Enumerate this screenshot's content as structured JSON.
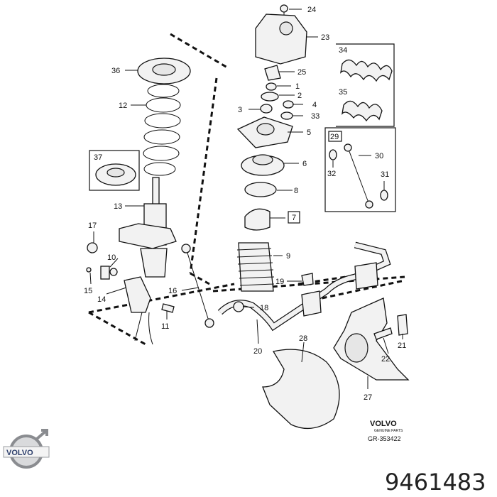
{
  "diagram": {
    "callouts": [
      "24",
      "23",
      "34",
      "25",
      "1",
      "2",
      "36",
      "35",
      "4",
      "33",
      "3",
      "5",
      "12",
      "29",
      "30",
      "37",
      "6",
      "32",
      "31",
      "8",
      "13",
      "17",
      "7",
      "9",
      "10",
      "19",
      "15",
      "14",
      "16",
      "18",
      "11",
      "20",
      "28",
      "22",
      "21",
      "27"
    ]
  },
  "footer": {
    "brand_small": "VOLVO",
    "brand_tag": "GENUINE PARTS",
    "drawing_code": "GR-353422",
    "logo_text": "VOLVO",
    "part_number": "9461483"
  }
}
